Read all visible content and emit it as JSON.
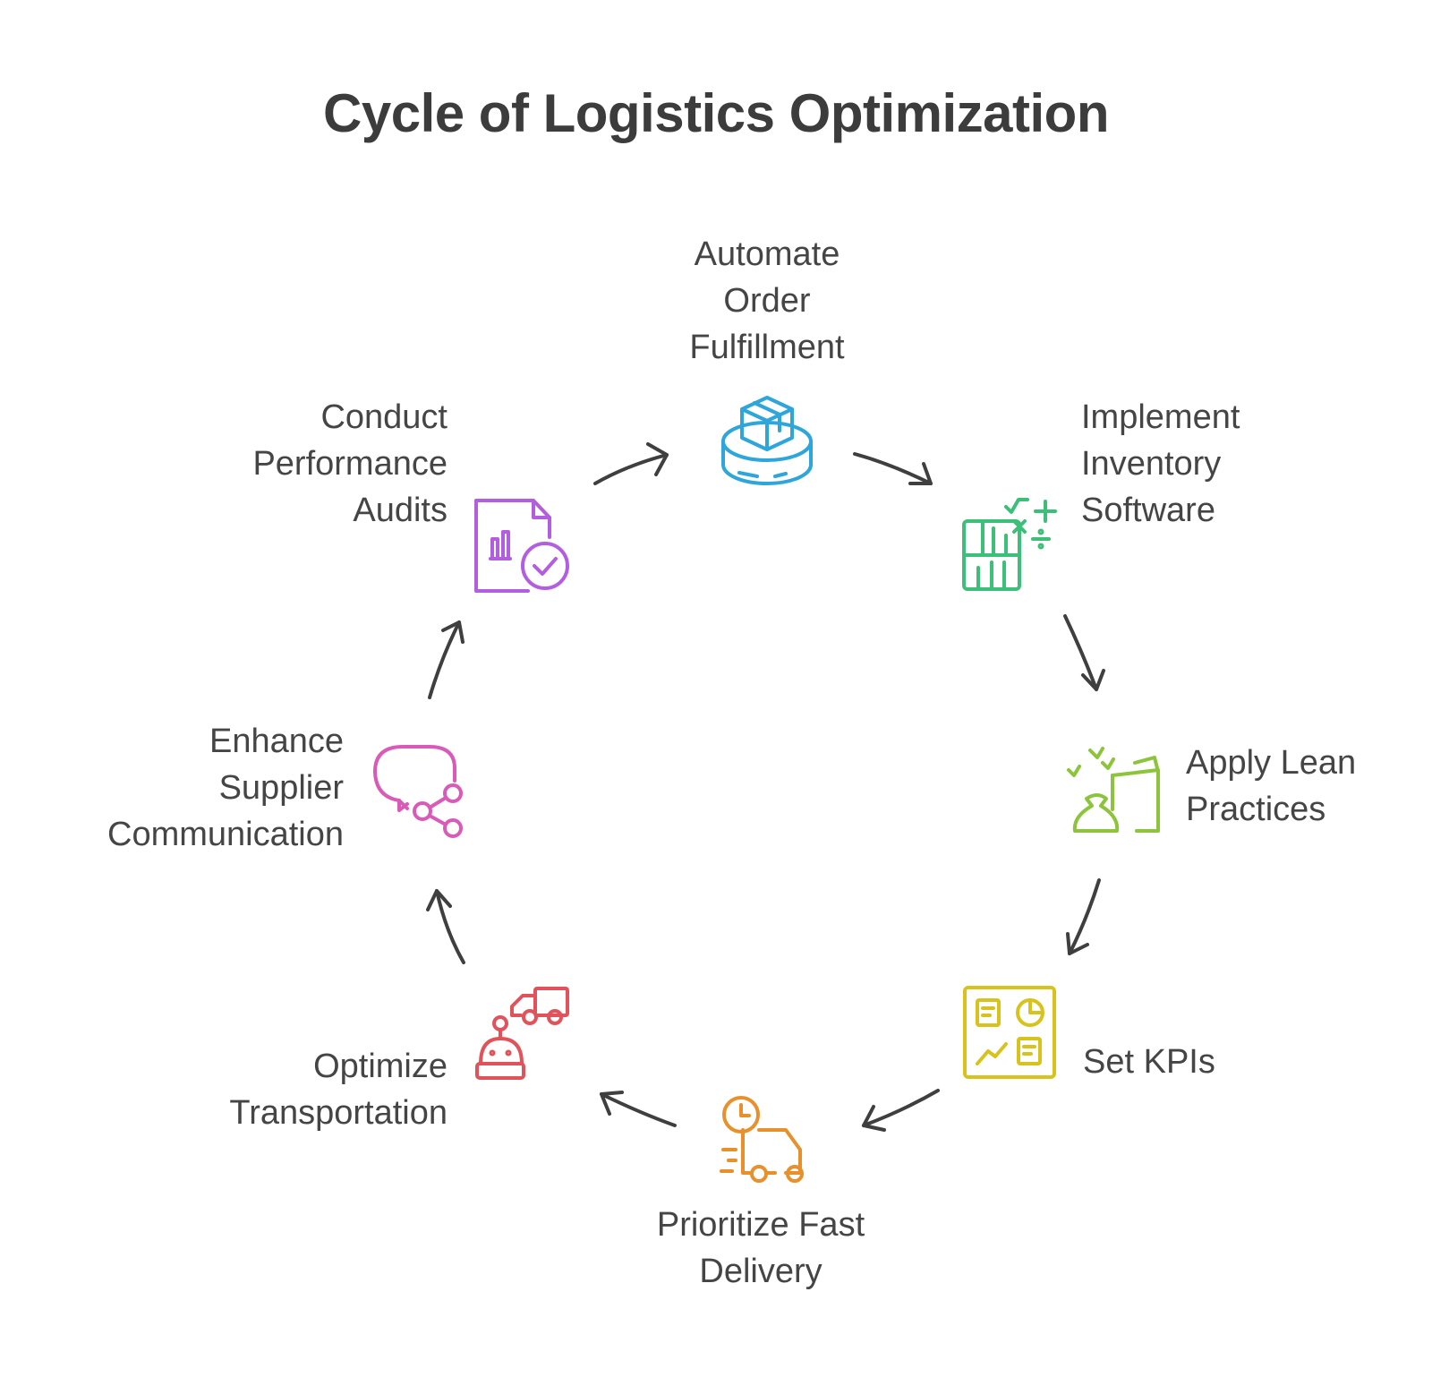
{
  "title": "Cycle of Logistics Optimization",
  "colors": {
    "arrow": "#3f3f3f",
    "automate": "#2ea6dc",
    "inventory": "#3cbf78",
    "lean": "#8cc43c",
    "kpis": "#d8c21c",
    "delivery": "#e8902c",
    "transport": "#e2525a",
    "supplier": "#d95ab8",
    "audits": "#b35ee0"
  },
  "steps": [
    {
      "id": "automate",
      "icon": "package-platform-icon",
      "lines": [
        "Automate",
        "Order",
        "Fulfillment"
      ]
    },
    {
      "id": "inventory",
      "icon": "inventory-calculator-icon",
      "lines": [
        "Implement",
        "Inventory",
        "Software"
      ]
    },
    {
      "id": "lean",
      "icon": "lean-bag-icon",
      "lines": [
        "Apply Lean",
        "Practices"
      ]
    },
    {
      "id": "kpis",
      "icon": "dashboard-icon",
      "lines": [
        "Set KPIs"
      ]
    },
    {
      "id": "delivery",
      "icon": "fast-delivery-truck-icon",
      "lines": [
        "Prioritize Fast",
        "Delivery"
      ]
    },
    {
      "id": "transport",
      "icon": "robot-truck-icon",
      "lines": [
        "Optimize",
        "Transportation"
      ]
    },
    {
      "id": "supplier",
      "icon": "chat-share-icon",
      "lines": [
        "Enhance",
        "Supplier",
        "Communication"
      ]
    },
    {
      "id": "audits",
      "icon": "audit-report-icon",
      "lines": [
        "Conduct",
        "Performance",
        "Audits"
      ]
    }
  ]
}
